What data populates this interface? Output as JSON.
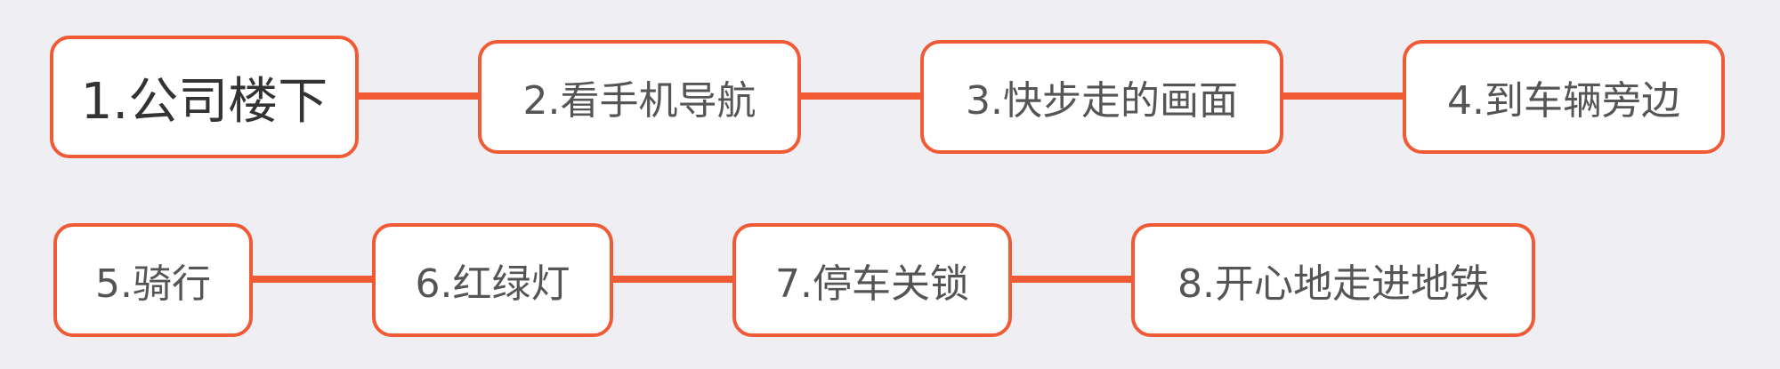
{
  "colors": {
    "background": "#efeef3",
    "node_border": "#f05a35",
    "connector": "#f05a35",
    "node_fill": "#ffffff",
    "text": "#555555",
    "root_text": "#333333"
  },
  "steps": [
    {
      "label": "1.公司楼下"
    },
    {
      "label": "2.看手机导航"
    },
    {
      "label": "3.快步走的画面"
    },
    {
      "label": "4.到车辆旁边"
    },
    {
      "label": "5.骑行"
    },
    {
      "label": "6.红绿灯"
    },
    {
      "label": "7.停车关锁"
    },
    {
      "label": "8.开心地走进地铁"
    }
  ]
}
